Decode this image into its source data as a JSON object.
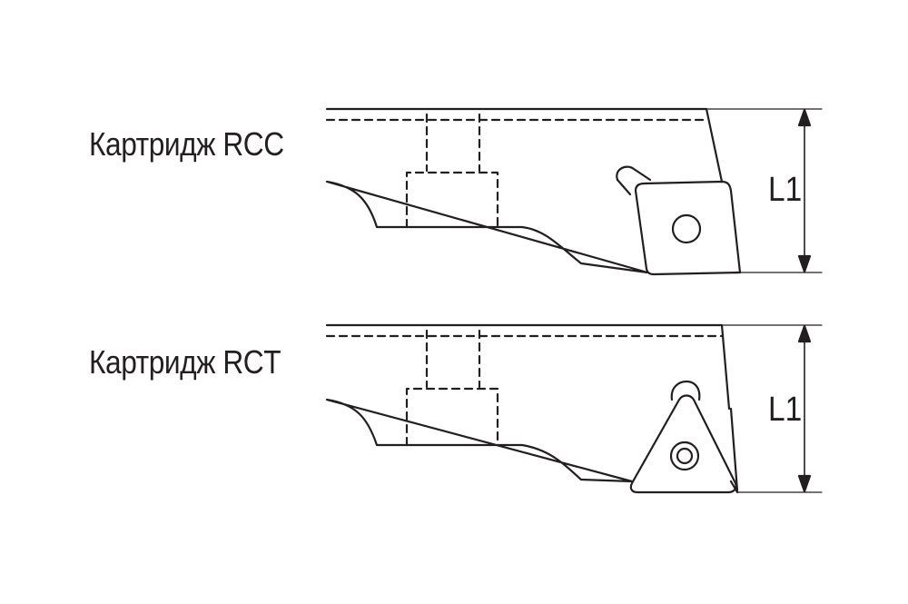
{
  "diagram": {
    "cartridges": [
      {
        "label": "Картридж RCC",
        "dimension_label": "L1",
        "insert_shape": "square"
      },
      {
        "label": "Картридж RCT",
        "dimension_label": "L1",
        "insert_shape": "triangle"
      }
    ],
    "colors": {
      "stroke": "#231f20",
      "background": "#ffffff"
    }
  }
}
